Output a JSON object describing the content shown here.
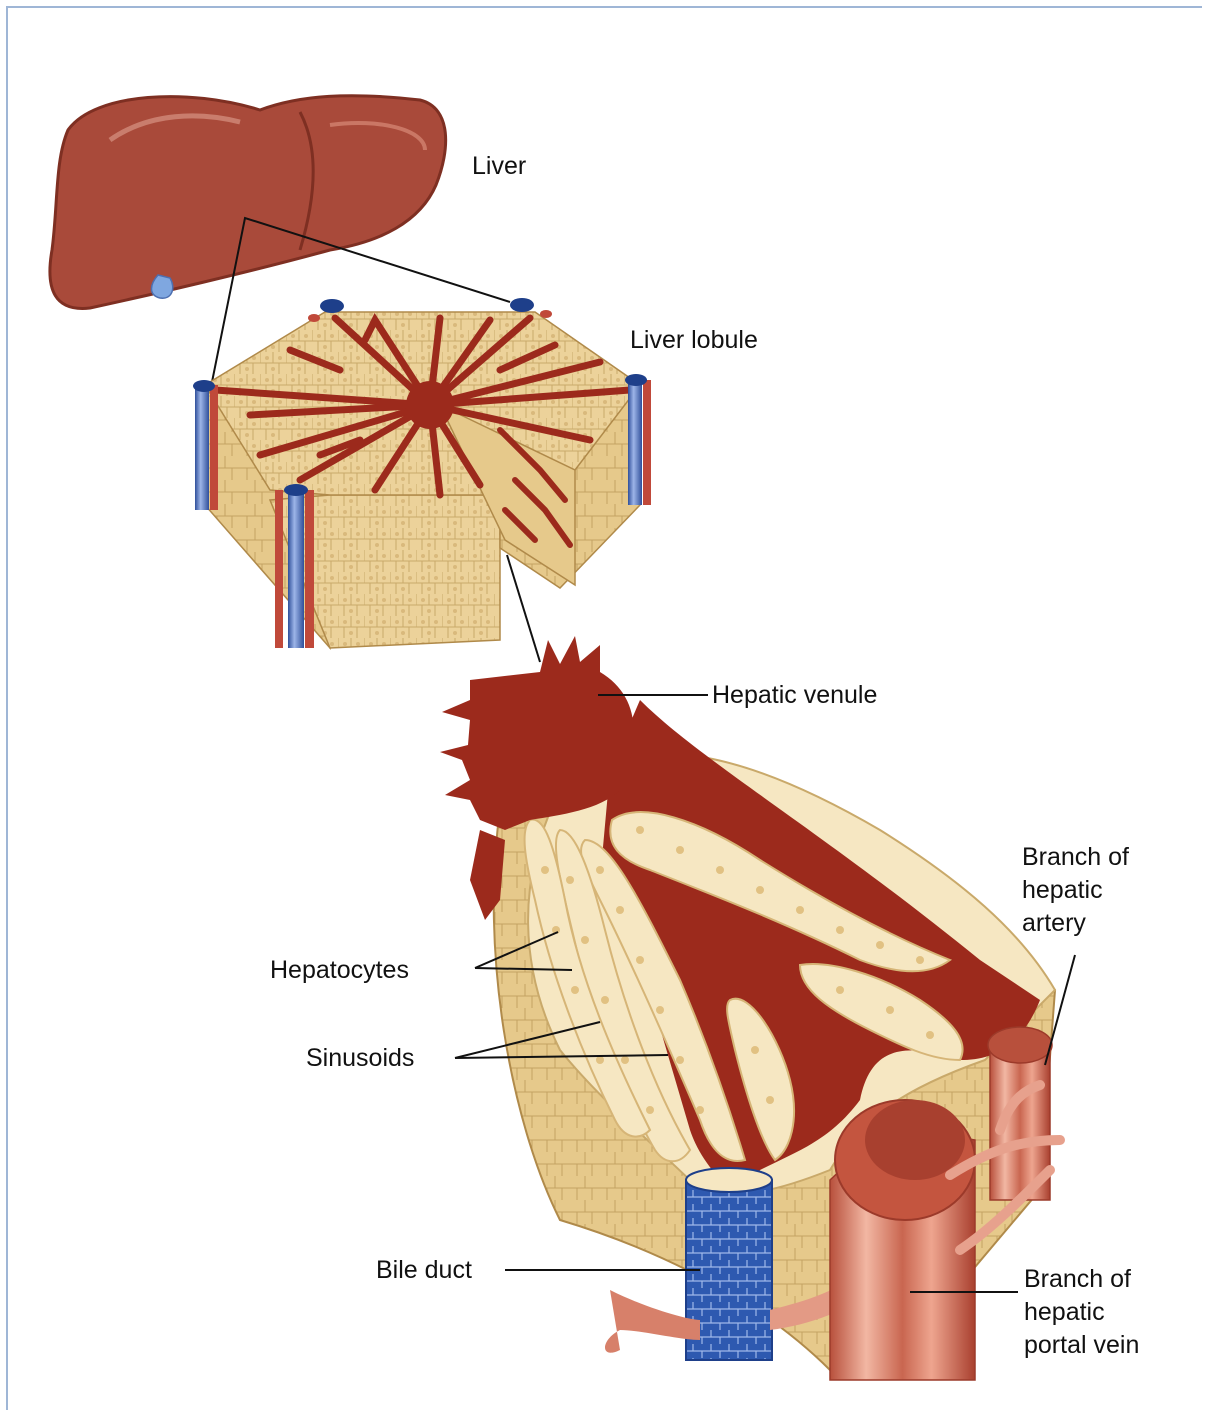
{
  "labels": {
    "liver": "Liver",
    "liver_lobule": "Liver lobule",
    "hepatic_venule": "Hepatic venule",
    "hepatocytes": "Hepatocytes",
    "sinusoids": "Sinusoids",
    "bile_duct": "Bile duct",
    "hepatic_artery": [
      "Branch of",
      "hepatic",
      "artery"
    ],
    "portal_vein": [
      "Branch of",
      "hepatic",
      "portal vein"
    ]
  },
  "colors": {
    "liver_brown": "#a94a3a",
    "blood_red": "#9c2a1c",
    "tissue_tan": "#ecd29a",
    "cell_cream": "#f6e7c2",
    "vein_blue": "#2e59b0",
    "vessel_pink": "#d7806a"
  }
}
